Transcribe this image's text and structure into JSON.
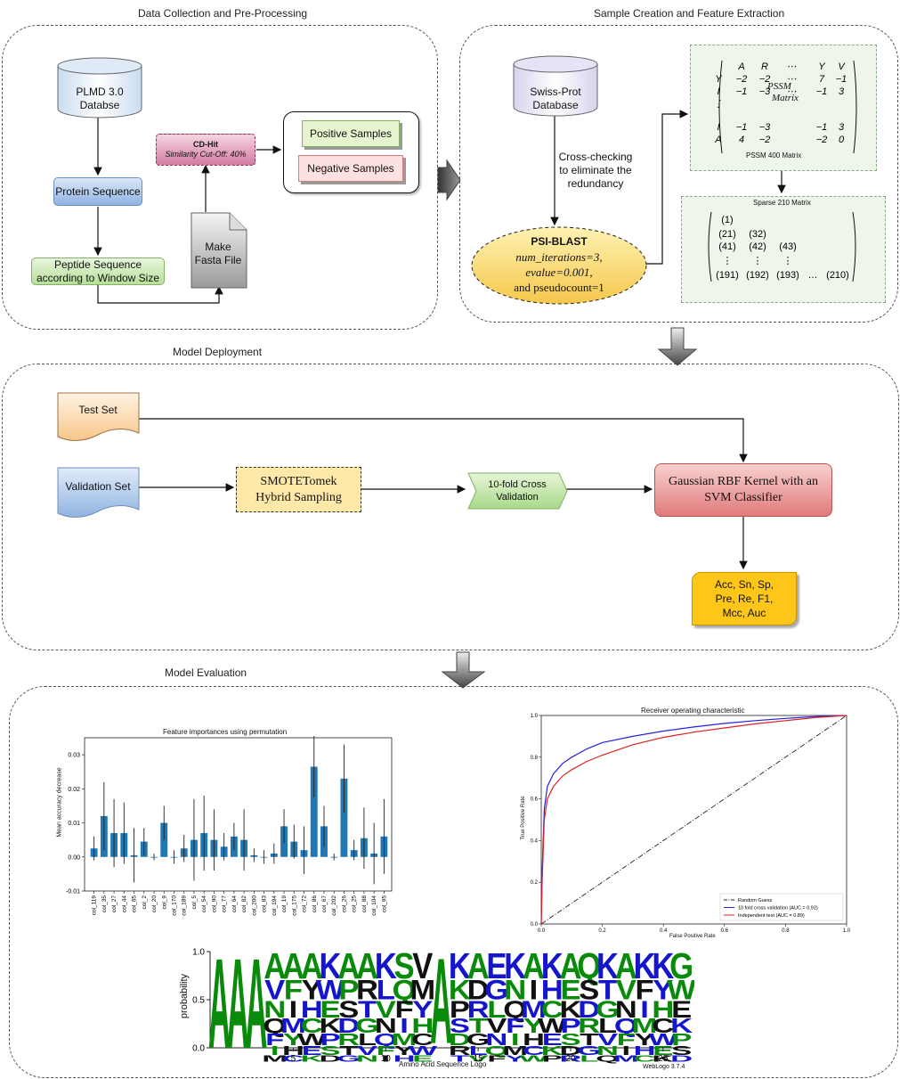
{
  "sections": {
    "data_collection": "Data Collection and Pre-Processing",
    "sample_creation": "Sample Creation and Feature Extraction",
    "model_deployment": "Model Deployment",
    "model_evaluation": "Model Evaluation"
  },
  "data_collection": {
    "plmd_db": "PLMD 3.0 Databse",
    "protein_sequence": "Protein Sequence",
    "peptide_sequence": "Peptide Sequence according to Window Size",
    "cdhit_title": "CD-Hit",
    "cdhit_sub": "Similarity Cut-Off: 40%",
    "make_fasta": "Make Fasta File",
    "positive_samples": "Positive Samples",
    "negative_samples": "Negative Samples"
  },
  "sample_creation": {
    "swissprot_db": "Swiss-Prot Database",
    "cross_check": "Cross-checking to eliminate the redundancy",
    "psiblast_title": "PSI-BLAST",
    "psiblast_l1": "num_iterations=3,",
    "psiblast_l2": "evalue=0.001,",
    "psiblast_l3": "and pseudocount=1",
    "pssm_caption": "PSSM 400 Matrix",
    "pssm_center_1": "PSSM",
    "pssm_center_2": "Matrix",
    "pssm_rows": [
      [
        "",
        "A",
        "R",
        "⋯",
        "Y",
        "V"
      ],
      [
        "Y",
        "−2",
        "−2",
        "⋯",
        "7",
        "−1"
      ],
      [
        "I",
        "−1",
        "−3",
        "⋯",
        "−1",
        "3"
      ],
      [
        "⋮",
        "",
        "",
        "",
        "",
        ""
      ],
      [
        "I",
        "−1",
        "−3",
        "",
        "−1",
        "3"
      ],
      [
        "A",
        "4",
        "−2",
        "",
        "−2",
        "0"
      ]
    ],
    "sparse_caption": "Sparse 210 Matrix",
    "sparse_rows": [
      [
        "(1)",
        "",
        "",
        "",
        ""
      ],
      [
        "(21)",
        "(32)",
        "",
        "",
        ""
      ],
      [
        "(41)",
        "(42)",
        "(43)",
        "",
        ""
      ],
      [
        "⋮",
        "⋮",
        "⋮",
        "",
        ""
      ],
      [
        "(191)",
        "(192)",
        "(193)",
        "…",
        "(210)"
      ]
    ]
  },
  "deployment": {
    "test_set": "Test Set",
    "validation_set": "Validation Set",
    "smote": "SMOTETomek Hybrid Sampling",
    "cv": "10-fold Cross Validation",
    "svm": "Gaussian RBF Kernel with an SVM Classifier",
    "metrics": "Acc, Sn, Sp, Pre, Re, F1, Mcc, Auc"
  },
  "chart_data": [
    {
      "type": "bar",
      "title": "Feature importances using permutation",
      "ylabel": "Mean accuracy decrease",
      "xlabel": "",
      "ylim": [
        -0.01,
        0.035
      ],
      "yticks": [
        "-0.01",
        "0.00",
        "0.01",
        "0.02",
        "0.03"
      ],
      "categories": [
        "col_119",
        "col_35",
        "col_27",
        "col_44",
        "col_65",
        "col_2",
        "col_20",
        "col_9",
        "col_170",
        "col_189",
        "col_5",
        "col_54",
        "col_90",
        "col_77",
        "col_64",
        "col_82",
        "col_200",
        "col_83",
        "col_194",
        "col_19",
        "col_175",
        "col_72",
        "col_86",
        "col_67",
        "col_202",
        "col_26",
        "col_25",
        "col_88",
        "col_104",
        "col_95"
      ],
      "values": [
        0.0025,
        0.012,
        0.007,
        0.007,
        0.0005,
        0.0045,
        0.0,
        0.01,
        0.0,
        0.0025,
        0.005,
        0.007,
        0.005,
        0.003,
        0.006,
        0.005,
        0.0005,
        0.0,
        0.001,
        0.009,
        0.0045,
        0.002,
        0.0265,
        0.009,
        0.0,
        0.023,
        0.002,
        0.0055,
        0.001,
        0.006
      ],
      "errors": [
        0.0035,
        0.01,
        0.01,
        0.009,
        0.008,
        0.004,
        0.001,
        0.005,
        0.002,
        0.004,
        0.012,
        0.011,
        0.009,
        0.004,
        0.004,
        0.009,
        0.002,
        0.002,
        0.003,
        0.005,
        0.005,
        0.007,
        0.009,
        0.006,
        0.001,
        0.01,
        0.003,
        0.009,
        0.009,
        0.011
      ]
    },
    {
      "type": "line",
      "title": "Receiver operating characteristic",
      "xlabel": "False Positive Rate",
      "ylabel": "True Positive Rate",
      "xlim": [
        0,
        1
      ],
      "ylim": [
        0,
        1
      ],
      "xticks": [
        "0.0",
        "0.2",
        "0.4",
        "0.6",
        "0.8",
        "1.0"
      ],
      "yticks": [
        "0.0",
        "0.2",
        "0.4",
        "0.6",
        "0.8",
        "1.0"
      ],
      "legend_position": "bottom-right",
      "series": [
        {
          "name": "Random Guess",
          "color": "#222222",
          "style": "dashdot",
          "x": [
            0,
            1
          ],
          "y": [
            0,
            1
          ]
        },
        {
          "name": "10 fold cross validation (AUC = 0.92)",
          "color": "#2222dd",
          "x": [
            0,
            0.003,
            0.01,
            0.02,
            0.04,
            0.07,
            0.1,
            0.15,
            0.2,
            0.3,
            0.4,
            0.5,
            0.6,
            0.7,
            0.8,
            0.9,
            1.0
          ],
          "y": [
            0,
            0.25,
            0.55,
            0.66,
            0.72,
            0.77,
            0.8,
            0.84,
            0.87,
            0.9,
            0.925,
            0.945,
            0.962,
            0.975,
            0.986,
            0.995,
            1.0
          ]
        },
        {
          "name": "Independent test (AUC = 0.89)",
          "color": "#dd2222",
          "x": [
            0,
            0.003,
            0.01,
            0.02,
            0.04,
            0.07,
            0.1,
            0.15,
            0.2,
            0.3,
            0.4,
            0.5,
            0.6,
            0.7,
            0.8,
            0.9,
            1.0
          ],
          "y": [
            0,
            0.2,
            0.5,
            0.6,
            0.66,
            0.71,
            0.74,
            0.78,
            0.81,
            0.86,
            0.895,
            0.92,
            0.94,
            0.96,
            0.975,
            0.99,
            1.0
          ]
        }
      ]
    }
  ],
  "logo": {
    "ylabel": "probability",
    "xlabel": "Amino Acid Sequence Logo",
    "credit": "WebLogo 3.7.4",
    "yticks": [
      "0.0",
      "0.5",
      "1.0"
    ],
    "xticks": [
      "5",
      "10",
      "15",
      "20",
      "25"
    ],
    "top_letters": [
      "A",
      "A",
      "A",
      "A",
      "A",
      "A",
      "K",
      "A",
      "A",
      "K",
      "S",
      "V",
      "A",
      "K",
      "A",
      "E",
      "K",
      "A",
      "K",
      "A",
      "Q",
      "K",
      "A",
      "K",
      "K",
      "G"
    ],
    "top_colors": [
      "#0a8a0a",
      "#0a8a0a",
      "#0a8a0a",
      "#0a8a0a",
      "#0a8a0a",
      "#0a8a0a",
      "#1515cc",
      "#0a8a0a",
      "#0a8a0a",
      "#1515cc",
      "#0a8a0a",
      "#111111",
      "#0a8a0a",
      "#1515cc",
      "#0a8a0a",
      "#1515cc",
      "#1515cc",
      "#0a8a0a",
      "#1515cc",
      "#0a8a0a",
      "#0a8a0a",
      "#1515cc",
      "#0a8a0a",
      "#1515cc",
      "#1515cc",
      "#0a8a0a"
    ]
  }
}
